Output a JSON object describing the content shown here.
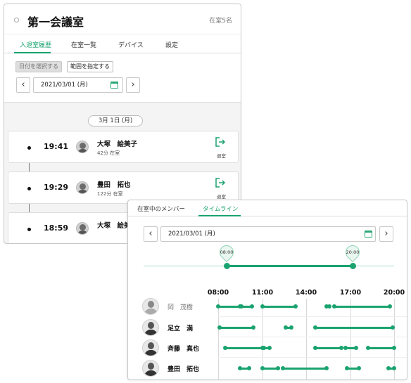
{
  "room": {
    "title": "第一会議室",
    "count": "在室5名",
    "tabs": [
      "入退室履歴",
      "在室一覧",
      "デバイス",
      "設定"
    ],
    "buttons": {
      "select_date": "日付を選択する",
      "specify_range": "範囲を指定する"
    },
    "date": "2021/03/01 (月)",
    "date_band": "3月 1日 (月)",
    "entries": [
      {
        "time": "19:41",
        "name": "大塚　絵美子",
        "duration": "42分 在室",
        "action": "退室"
      },
      {
        "time": "19:29",
        "name": "豊田　拓也",
        "duration": "122分 在室",
        "action": "退室"
      },
      {
        "time": "18:59",
        "name": "大塚　絵美子"
      }
    ]
  },
  "timeline": {
    "tabs": [
      "在室中のメンバー",
      "タイムライン"
    ],
    "date": "2021/03/01 (月)",
    "range": {
      "start": "08:00",
      "end": "20:00"
    },
    "colors": {
      "accent": "#1aa36f"
    },
    "chart_data": {
      "type": "timeline",
      "x_ticks": [
        "08:00",
        "11:00",
        "14:00",
        "17:00",
        "20:00"
      ],
      "x_range_hours": [
        8,
        20
      ],
      "rows": [
        {
          "name": "岡　茂樹",
          "intervals": [
            [
              8.0,
              9.5
            ],
            [
              9.6,
              10.3
            ],
            [
              11.0,
              13.3
            ],
            [
              15.4,
              15.6
            ],
            [
              15.9,
              19.7
            ]
          ]
        },
        {
          "name": "足立　満",
          "intervals": [
            [
              8.1,
              10.4
            ],
            [
              12.6,
              13.0
            ],
            [
              14.6,
              19.9
            ]
          ]
        },
        {
          "name": "斉藤　真也",
          "intervals": [
            [
              8.5,
              11.0
            ],
            [
              11.1,
              11.5
            ],
            [
              14.6,
              16.4
            ],
            [
              16.7,
              17.4
            ],
            [
              18.2,
              20.0
            ]
          ]
        },
        {
          "name": "豊田　拓也",
          "intervals": [
            [
              9.5,
              10.1
            ],
            [
              11.0,
              12.1
            ],
            [
              12.4,
              15.4
            ],
            [
              16.8,
              17.6
            ],
            [
              19.6,
              20.0
            ]
          ]
        }
      ]
    }
  }
}
